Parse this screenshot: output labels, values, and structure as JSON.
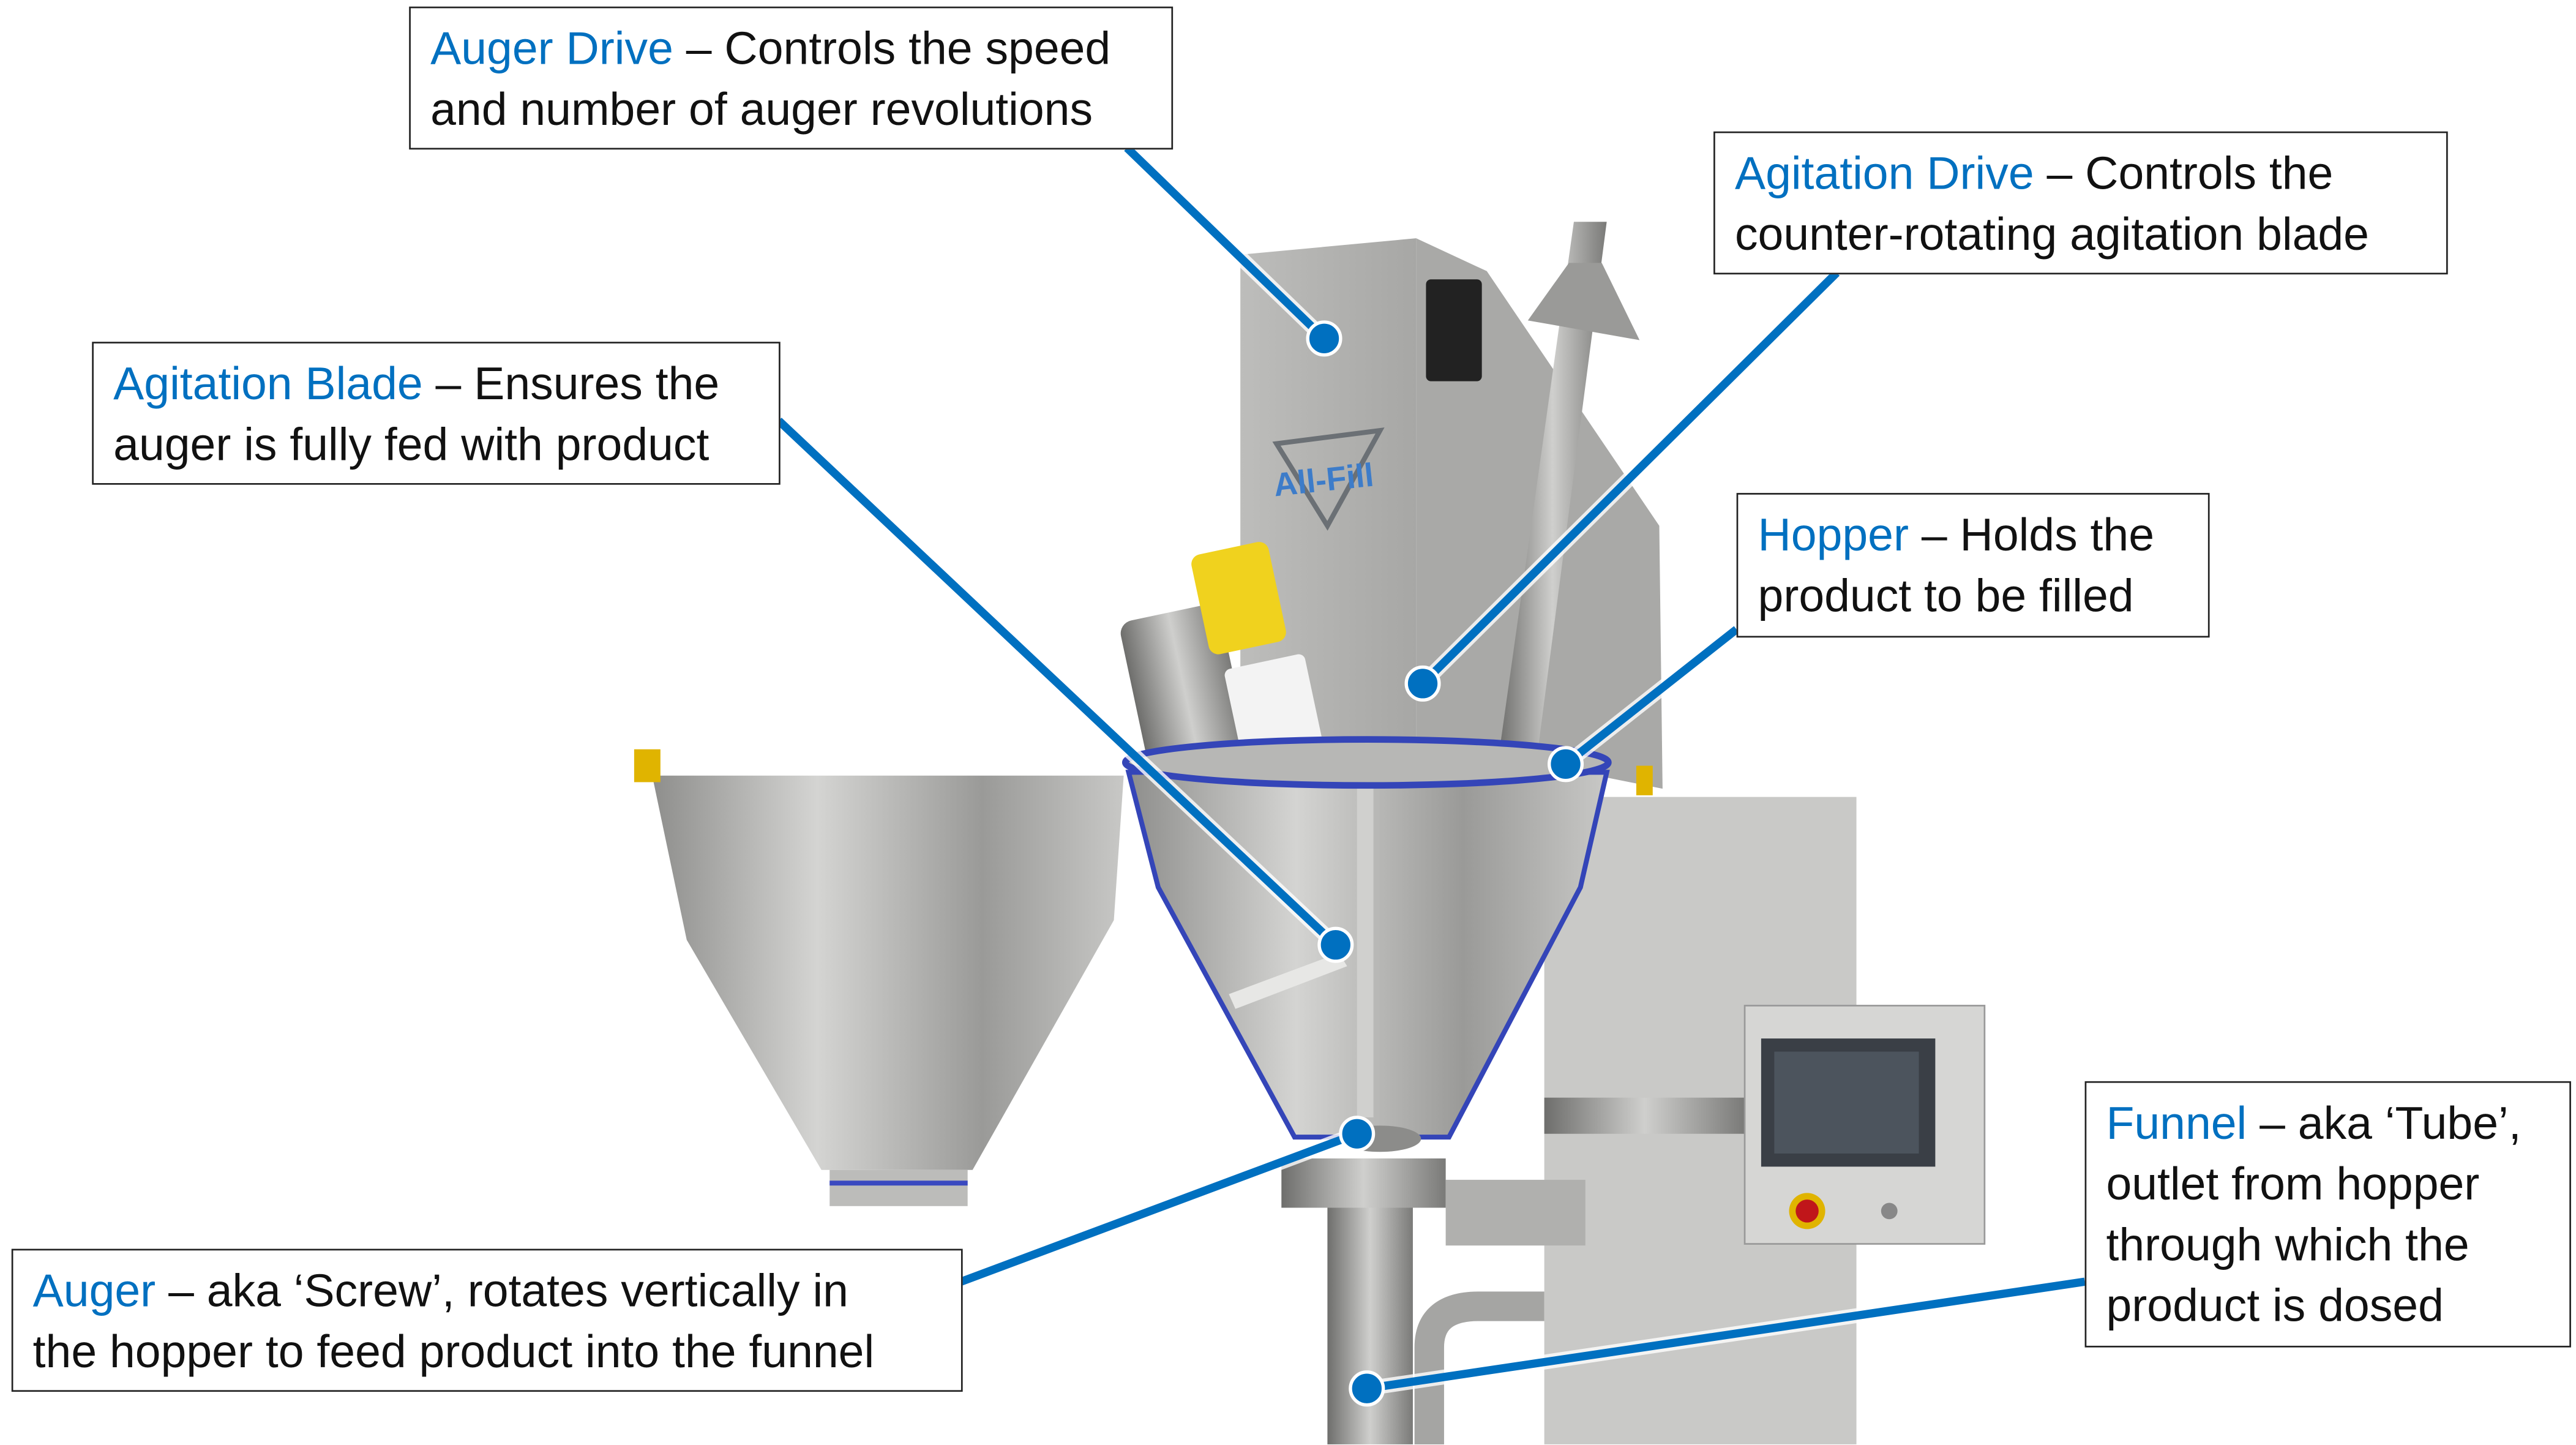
{
  "colors": {
    "accent": "#0070c0",
    "leader": "#0070c0"
  },
  "machine": {
    "logo": "All-Fill"
  },
  "callouts": [
    {
      "term": "Auger Drive",
      "desc_lines": [
        "– Controls the speed",
        "and number of auger revolutions"
      ]
    },
    {
      "term": "Agitation Drive",
      "desc_lines": [
        "– Controls the",
        "counter-rotating agitation blade"
      ]
    },
    {
      "term": "Agitation Blade",
      "desc_lines": [
        "– Ensures the",
        "auger is fully fed with product"
      ]
    },
    {
      "term": "Hopper",
      "desc_lines": [
        "– Holds the",
        "product to be filled"
      ]
    },
    {
      "term": "Funnel",
      "desc_lines": [
        "– aka ‘Tube’,",
        "outlet from hopper",
        "through which the",
        "product is dosed"
      ]
    },
    {
      "term": "Auger",
      "desc_lines": [
        "– aka ‘Screw’, rotates vertically in",
        "the hopper to feed product into the funnel"
      ]
    }
  ]
}
